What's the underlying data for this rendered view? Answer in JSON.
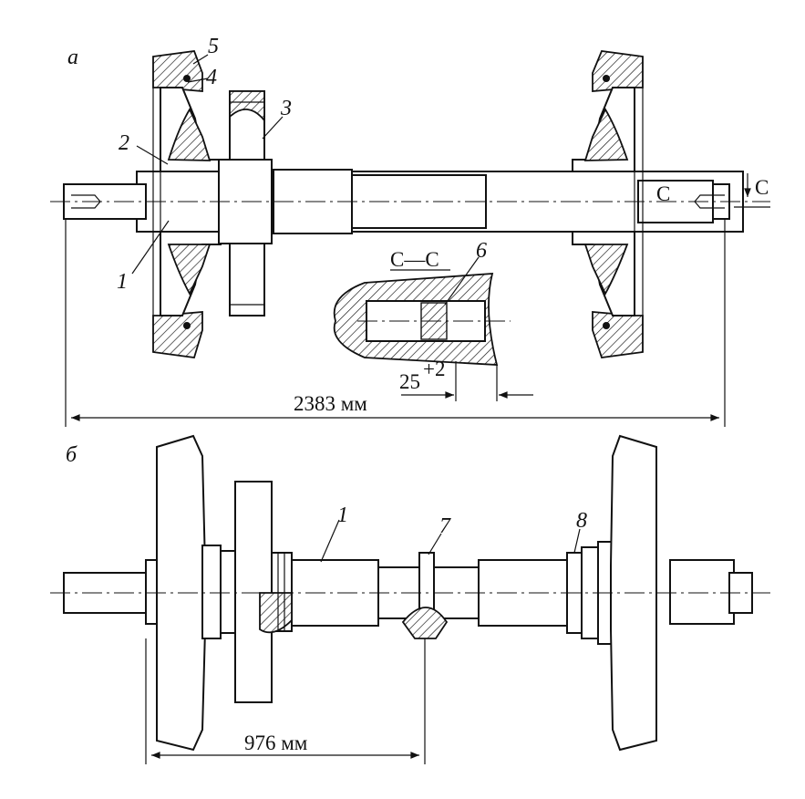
{
  "views": {
    "top_letter": "а",
    "bottom_letter": "б"
  },
  "callouts": {
    "n1": "1",
    "n2": "2",
    "n3": "3",
    "n4": "4",
    "n5": "5",
    "n6": "6",
    "n1b": "1",
    "n7": "7",
    "n8": "8"
  },
  "section": {
    "mark": "C",
    "title": "C—C",
    "dim_base": "25",
    "dim_tol": "+2"
  },
  "dimensions": {
    "overall": "2383 мм",
    "half": "976 мм"
  }
}
